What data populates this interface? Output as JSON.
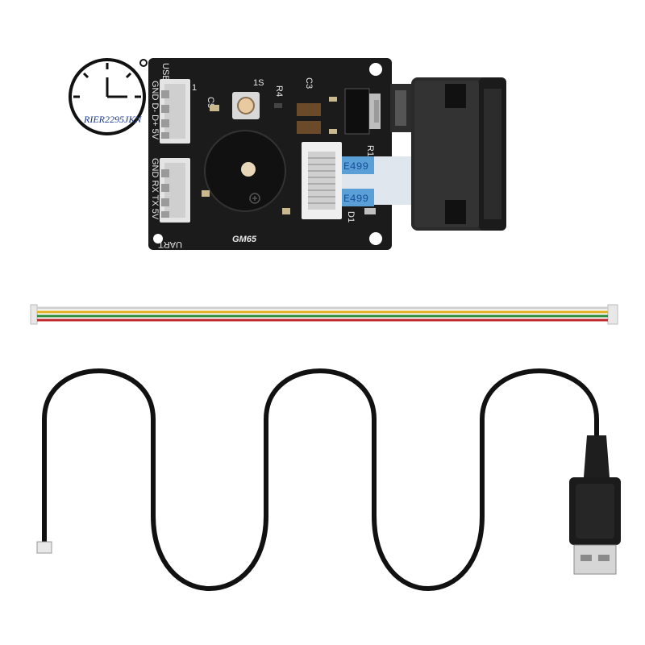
{
  "watermark": {
    "text": "RIER2295JKN"
  },
  "pcb": {
    "model_label": "GM65",
    "label_usb": "USB",
    "label_uart": "UART",
    "pins_usb": "GND D- D+ 5V",
    "pins_uart": "GND RX TX 5V",
    "pin1_label": "1",
    "switch_label": "1S",
    "c5": "C5",
    "r4": "R4",
    "c3": "C3",
    "r1": "R1",
    "d1": "D1",
    "flex_text": "E499"
  },
  "colors": {
    "pcb": "#1b1b1b",
    "scanner": "#2a2a2a",
    "flex_cable": "#dfe6ee",
    "cable": "#111111",
    "wire_red": "#c0272d",
    "wire_green": "#2f8a3a",
    "wire_yellow": "#e0b020",
    "wire_white": "#eeeeee"
  }
}
